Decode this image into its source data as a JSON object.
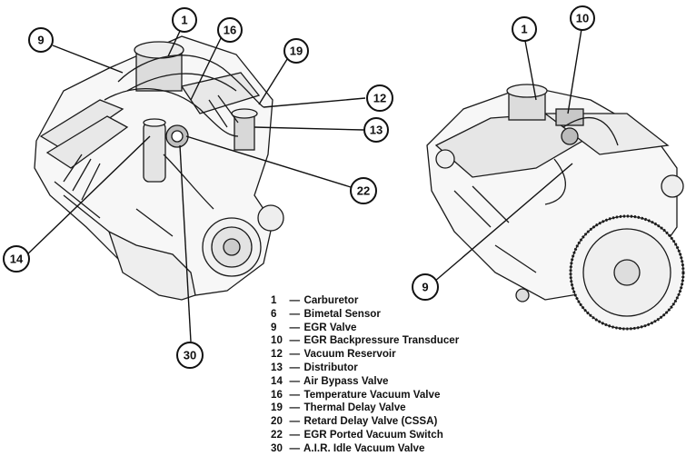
{
  "diagram": {
    "left_view_callouts": [
      {
        "id": "c1",
        "label": "1"
      },
      {
        "id": "c16",
        "label": "16"
      },
      {
        "id": "c9",
        "label": "9"
      },
      {
        "id": "c19",
        "label": "19"
      },
      {
        "id": "c12",
        "label": "12"
      },
      {
        "id": "c13",
        "label": "13"
      },
      {
        "id": "c22",
        "label": "22"
      },
      {
        "id": "c14",
        "label": "14"
      },
      {
        "id": "c30",
        "label": "30"
      }
    ],
    "right_view_callouts": [
      {
        "id": "r1",
        "label": "1"
      },
      {
        "id": "r10",
        "label": "10"
      },
      {
        "id": "r9",
        "label": "9"
      }
    ]
  },
  "legend": [
    {
      "num": "1",
      "dash": "—",
      "text": "Carburetor"
    },
    {
      "num": "6",
      "dash": "—",
      "text": "Bimetal Sensor"
    },
    {
      "num": "9",
      "dash": "—",
      "text": "EGR Valve"
    },
    {
      "num": "10",
      "dash": "—",
      "text": "EGR Backpressure Transducer"
    },
    {
      "num": "12",
      "dash": "—",
      "text": "Vacuum Reservoir"
    },
    {
      "num": "13",
      "dash": "—",
      "text": "Distributor"
    },
    {
      "num": "14",
      "dash": "—",
      "text": "Air Bypass Valve"
    },
    {
      "num": "16",
      "dash": "—",
      "text": "Temperature Vacuum Valve"
    },
    {
      "num": "19",
      "dash": "—",
      "text": "Thermal Delay Valve"
    },
    {
      "num": "20",
      "dash": "—",
      "text": "Retard Delay Valve (CSSA)"
    },
    {
      "num": "22",
      "dash": "—",
      "text": "EGR Ported Vacuum Switch"
    },
    {
      "num": "30",
      "dash": "—",
      "text": "A.I.R. Idle Vacuum Valve"
    }
  ]
}
